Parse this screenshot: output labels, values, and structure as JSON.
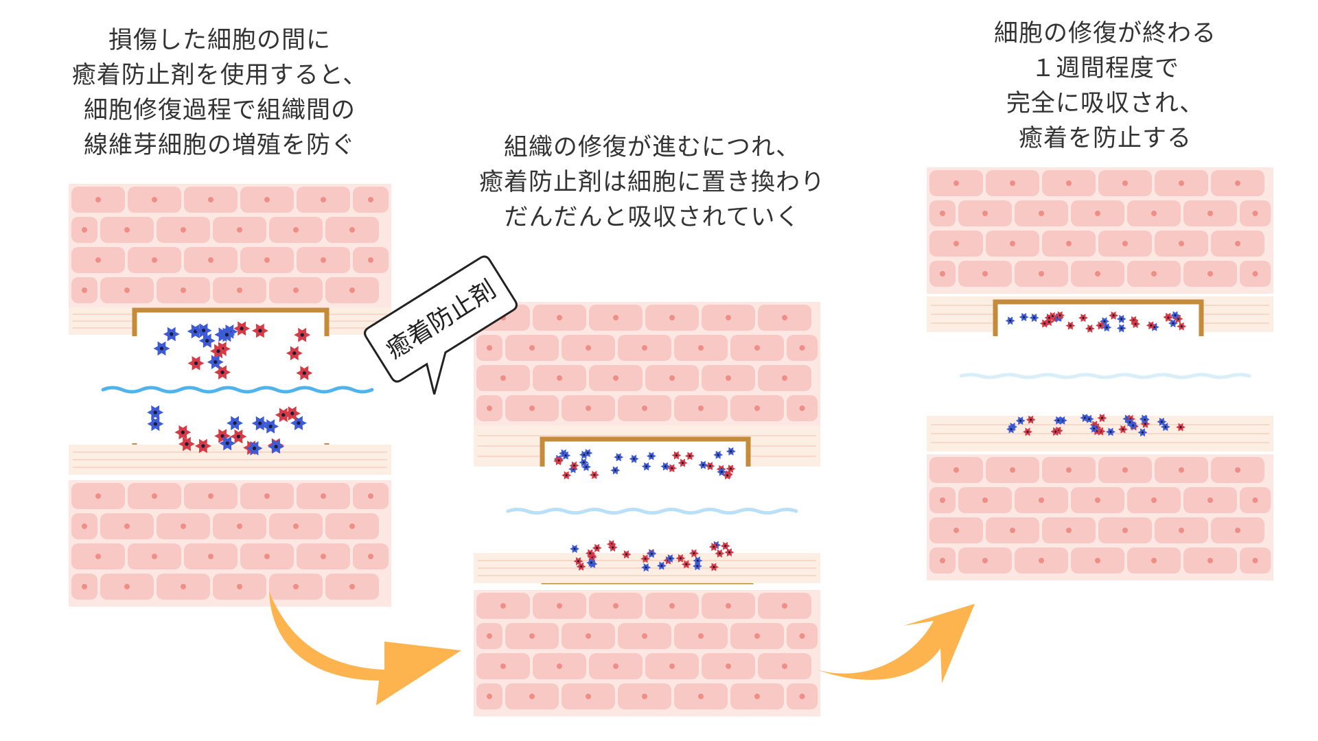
{
  "captions": {
    "step1": [
      "損傷した細胞の間に",
      "癒着防止剤を使用すると、",
      "細胞修復過程で組織間の",
      "線維芽細胞の増殖を防ぐ"
    ],
    "step2": [
      "組織の修復が進むにつれ、",
      "癒着防止剤は細胞に置き換わり",
      "だんだんと吸収されていく"
    ],
    "step3": [
      "細胞の修復が終わる",
      "１週間程度で",
      "完全に吸収され、",
      "癒着を防止する"
    ]
  },
  "callout": {
    "label": "癒着防止剤"
  },
  "colors": {
    "tissue_fill": "#f8c9c4",
    "tissue_bg": "#fde7e3",
    "nucleus": "#ef8e86",
    "fibrous": "#fdeee4",
    "frame": "#c48b3a",
    "wave": "#4fb4ea",
    "wave_light": "#b9e0f6",
    "cell_red": "#d63a45",
    "cell_blue": "#3e5bd6",
    "arrow": "#fdb44e"
  }
}
